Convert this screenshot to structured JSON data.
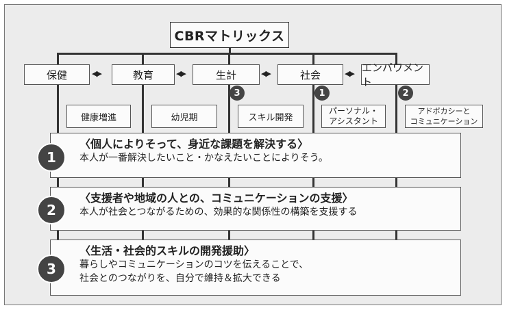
{
  "title": "CBRマトリックス",
  "categories": [
    "保健",
    "教育",
    "生計",
    "社会",
    "エンパワメント"
  ],
  "arrow": "◀▶",
  "sub_items": [
    {
      "label": "健康増進"
    },
    {
      "label": "幼児期"
    },
    {
      "label": "スキル開発",
      "badge": "3"
    },
    {
      "label": "パーソナル・アシスタント",
      "line1": "パーソナル・",
      "line2": "アシスタント",
      "badge": "1"
    },
    {
      "label": "アドボカシーとコミュニケーション",
      "line1": "アドボカシーと",
      "line2": "コミュニケーション",
      "badge": "2"
    }
  ],
  "bands": [
    {
      "number": "1",
      "heading": "〈個人によりそって、身近な課題を解決する〉",
      "body": [
        "本人が一番解決したいこと・かなえたいことによりそう。"
      ]
    },
    {
      "number": "2",
      "heading": "〈支援者や地域の人との、コミュニケーションの支援〉",
      "body": [
        "本人が社会とつながるための、効果的な関係性の構築を支援する"
      ]
    },
    {
      "number": "3",
      "heading": "〈生活・社会的スキルの開発援助〉",
      "body": [
        "暮らしやコミュニケーションのコツを伝えることで、",
        "社会とのつながりを、自分で維持＆拡大できる"
      ]
    }
  ]
}
